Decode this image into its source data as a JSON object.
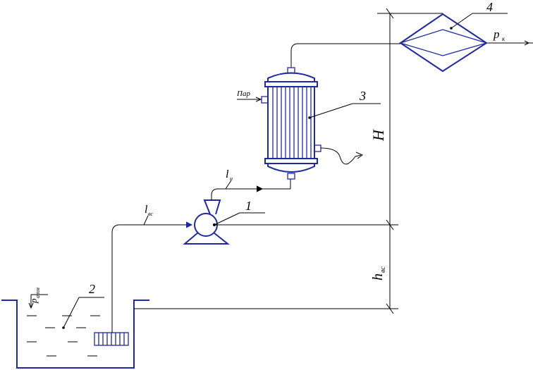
{
  "labels": {
    "num_1": "1",
    "num_2": "2",
    "num_3": "3",
    "num_4": "4",
    "steam": "Пар",
    "height_H": "H",
    "height_hvs_main": "h",
    "height_hvs_sub": "вс",
    "pk_main": "p",
    "pk_sub": "к",
    "patm_main": "p",
    "patm_sub": "атм",
    "lvs_main": "l",
    "lvs_sub": "вс",
    "ln_main": "l",
    "ln_sub": "н"
  },
  "colors": {
    "equipment": "#1f2a9e",
    "lines": "#000000"
  }
}
